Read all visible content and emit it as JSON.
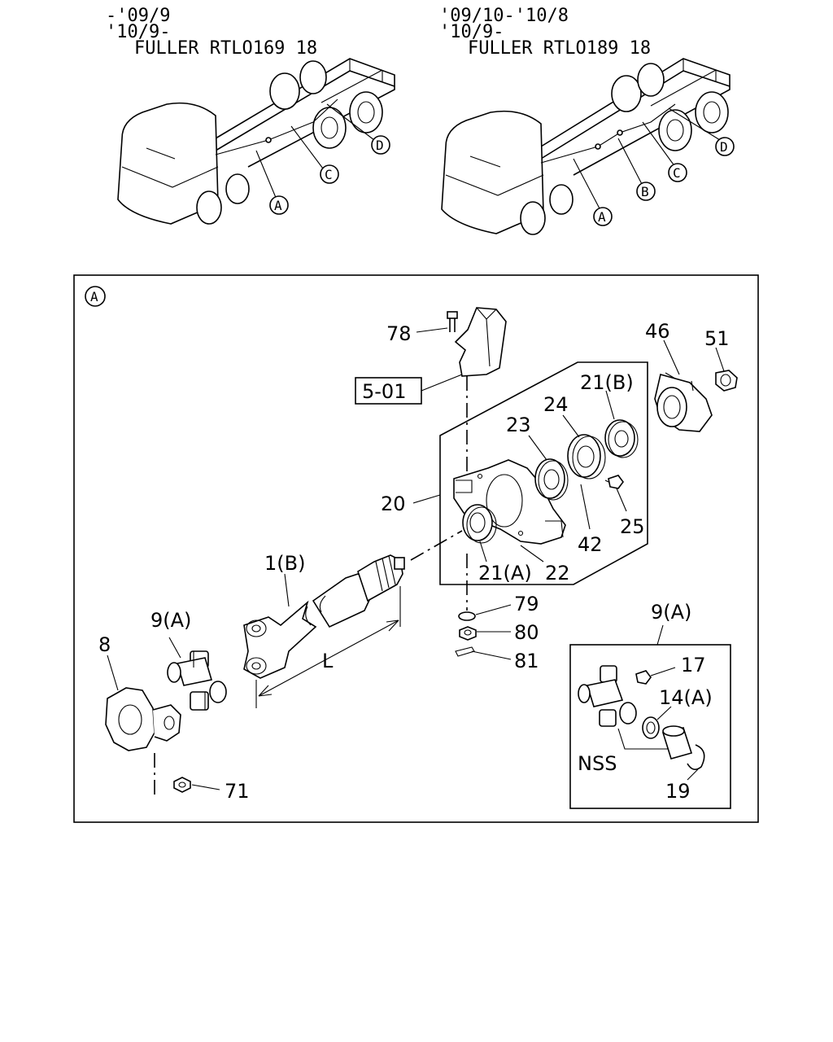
{
  "header_left": {
    "line1": "-'09/9",
    "line2": "'10/9-",
    "line3": "FULLER RTLO169 18"
  },
  "header_right": {
    "line1": "'09/10-'10/8",
    "line2": "'10/9-",
    "line3": "FULLER RTLO189 18"
  },
  "truck_left_callouts": [
    "A",
    "C",
    "D"
  ],
  "truck_right_callouts": [
    "A",
    "B",
    "C",
    "D"
  ],
  "frame_callout": "A",
  "ref_box": "5-01",
  "parts": {
    "p78": "78",
    "p46": "46",
    "p51": "51",
    "p21b": "21(B)",
    "p24": "24",
    "p23": "23",
    "p20": "20",
    "p25": "25",
    "p42": "42",
    "p21a": "21(A)",
    "p22": "22",
    "p1b": "1(B)",
    "p79": "79",
    "p80": "80",
    "p81": "81",
    "p9a": "9(A)",
    "p8": "8",
    "pL": "L",
    "p71": "71",
    "p9a_inset": "9(A)",
    "p17": "17",
    "p14a": "14(A)",
    "pNSS": "NSS",
    "p19": "19"
  }
}
